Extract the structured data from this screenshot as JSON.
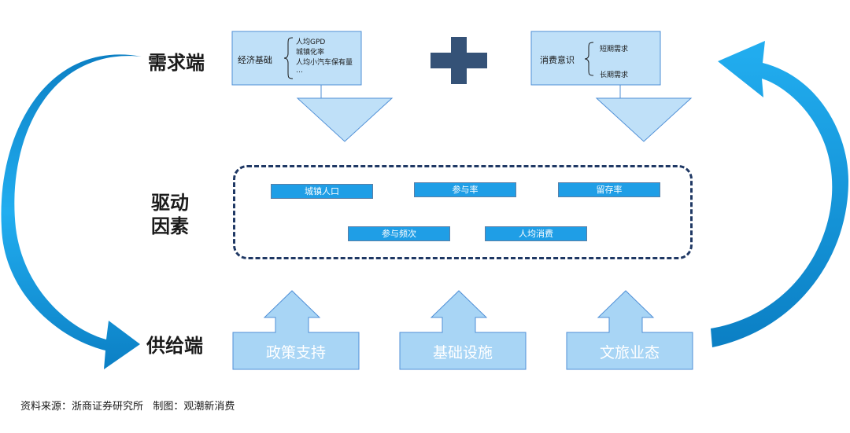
{
  "left_labels": {
    "demand": "需求端",
    "drivers_line1": "驱动",
    "drivers_line2": "因素",
    "supply": "供给端"
  },
  "demand_left": {
    "title": "经济基础",
    "items": [
      "人均GPD",
      "城镇化率",
      "人均小汽车保有量",
      "…"
    ]
  },
  "demand_right": {
    "title": "消费意识",
    "items": [
      "短期需求",
      "长期需求"
    ]
  },
  "drivers": {
    "row1": [
      "城镇人口",
      "参与率",
      "留存率"
    ],
    "row2": [
      "参与频次",
      "人均消费"
    ]
  },
  "supply_boxes": [
    "政策支持",
    "基础设施",
    "文旅业态"
  ],
  "source": "资料来源：浙商证券研究所   制图：观潮新消费",
  "colors": {
    "arrow_fill": "#bfe0f8",
    "arrow_stroke": "#4f8fd6",
    "bar": "#1f9ee6",
    "curve": "#1aa8ec",
    "plus": "#355277",
    "dashed": "#1f3864"
  }
}
